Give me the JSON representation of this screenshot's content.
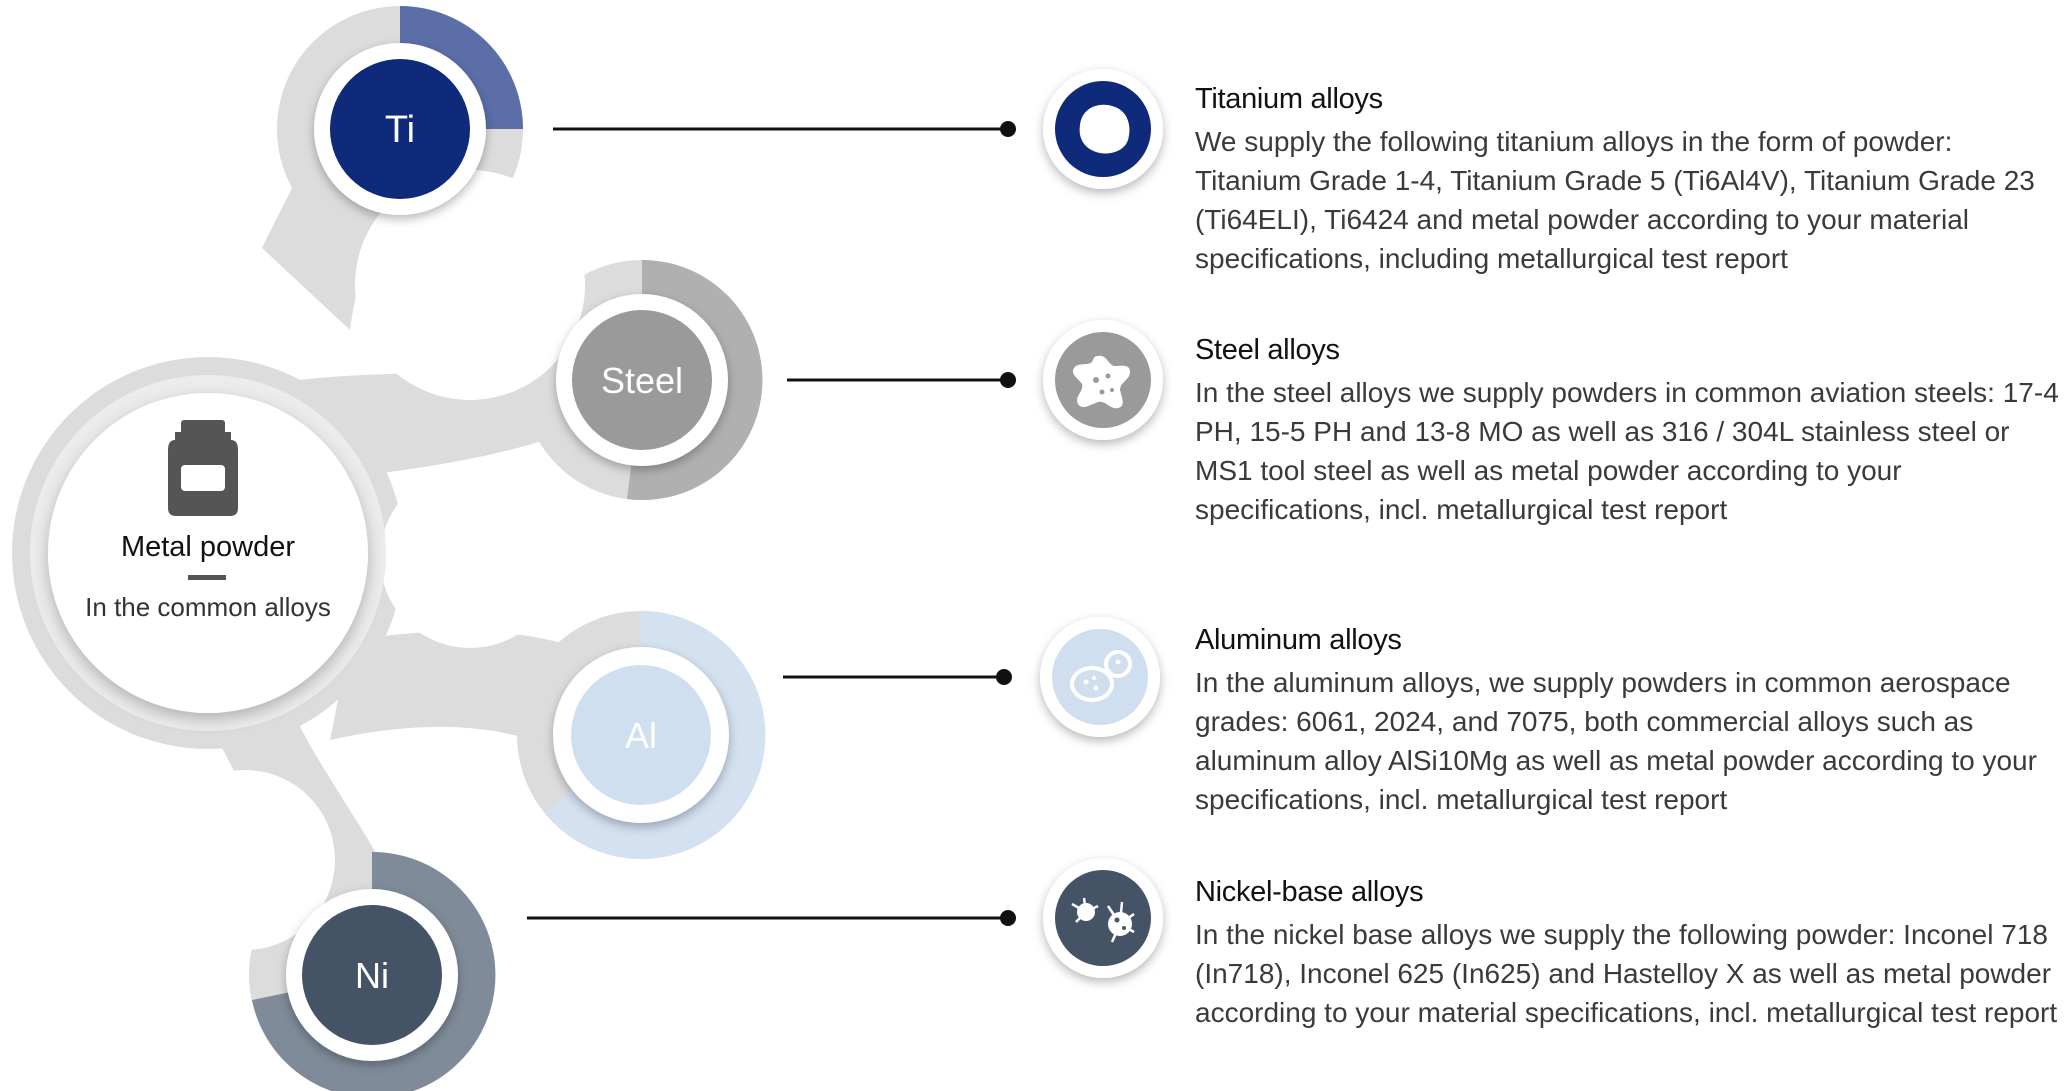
{
  "center": {
    "title": "Metal powder",
    "subtitle": "In the common alloys",
    "icon": "powder-jar-icon"
  },
  "colors": {
    "branch": "#dcdcdc",
    "ti": "#0f2a7a",
    "ti_ring": "#5b6ea8",
    "steel": "#9a9a9a",
    "steel_ring": "#b0b0b0",
    "al": "#cfdff0",
    "al_ring": "#d3e1f0",
    "ni": "#445366",
    "ni_ring": "#7f8b99",
    "text": "#3a3a3a"
  },
  "nodes": [
    {
      "key": "ti",
      "label": "Ti"
    },
    {
      "key": "steel",
      "label": "Steel"
    },
    {
      "key": "al",
      "label": "Al"
    },
    {
      "key": "ni",
      "label": "Ni"
    }
  ],
  "items": [
    {
      "title": "Titanium alloys",
      "icon": "titanium-particle-icon",
      "description": "We supply the following titanium alloys in the form of powder: Titanium Grade 1-4, Titanium Grade 5 (Ti6Al4V), Titanium Grade 23 (Ti64ELI), Ti6424 and metal powder according to your material specifications, including metallurgical test report"
    },
    {
      "title": "Steel alloys",
      "icon": "steel-particle-icon",
      "description": "In the steel alloys we supply powders in common aviation steels: 17-4 PH, 15-5 PH and 13-8 MO as well as 316 / 304L stainless steel or MS1 tool steel as well as metal powder according to your specifications, incl. metallurgical test report"
    },
    {
      "title": "Aluminum alloys",
      "icon": "aluminum-particle-icon",
      "description": "In the aluminum alloys, we supply powders in common aerospace grades: 6061, 2024, and 7075, both commercial alloys such as aluminum alloy AlSi10Mg as well as metal powder according to your specifications, incl. metallurgical test report"
    },
    {
      "title": "Nickel-base alloys",
      "icon": "nickel-particle-icon",
      "description": "In the nickel base alloys we supply the following powder: Inconel 718 (In718), Inconel 625 (In625) and Hastelloy X as well as metal powder according to your material specifications, incl. metallurgical test report"
    }
  ]
}
